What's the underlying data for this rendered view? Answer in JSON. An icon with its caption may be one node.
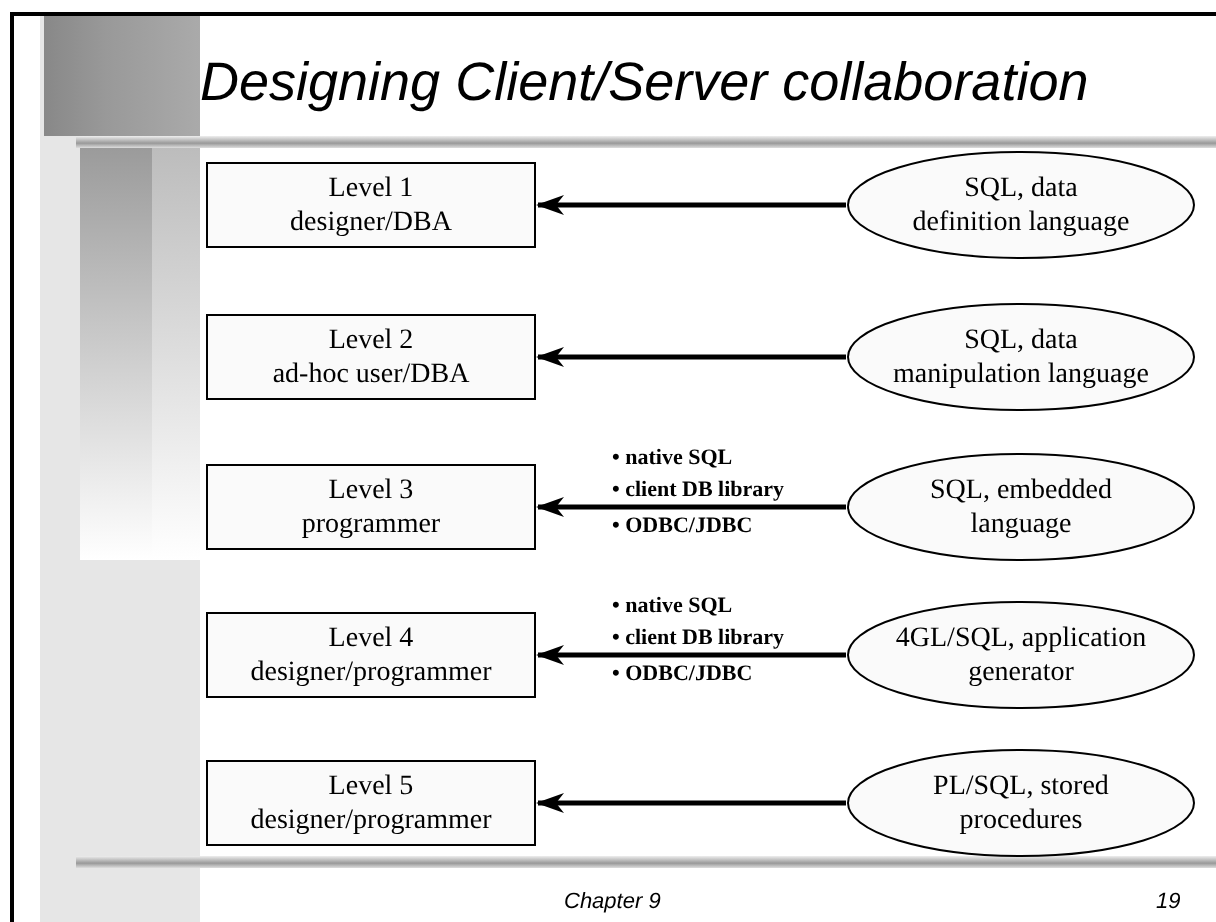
{
  "diagram": {
    "title": "Designing Client/Server collaboration",
    "nodes": [
      {
        "text": [
          "Level 1 designer/DBA"
        ]
      },
      {
        "text": [
          "Level 2 ad-hoc user/DBA"
        ]
      },
      {
        "text": [
          "Level 3 programmer"
        ]
      },
      {
        "text": [
          "Level 4 designer/programmer"
        ]
      },
      {
        "text": [
          "Level 5 designer/programmer"
        ]
      },
      {
        "text": [
          "SQL, data definition language"
        ]
      },
      {
        "text": [
          "SQL, data manipulation language"
        ]
      },
      {
        "text": [
          "SQL, embedded language"
        ]
      },
      {
        "text": [
          "4GL/SQL, application generator"
        ]
      },
      {
        "text": [
          "PL/SQL, stored procedures"
        ]
      }
    ],
    "edges": [
      {
        "from": 5,
        "to": 0,
        "arrow": "to"
      },
      {
        "from": 6,
        "to": 1,
        "arrow": "to"
      },
      {
        "from": 7,
        "to": 2,
        "arrow": "to"
      },
      {
        "from": 8,
        "to": 3,
        "arrow": "to"
      },
      {
        "from": 9,
        "to": 4,
        "arrow": "to"
      }
    ],
    "labels": [
      "• native SQL",
      "• client DB library",
      "• ODBC/JDBC",
      "• native SQL",
      "• client DB library",
      "• ODBC/JDBC",
      "Chapter 9",
      "19"
    ]
  }
}
